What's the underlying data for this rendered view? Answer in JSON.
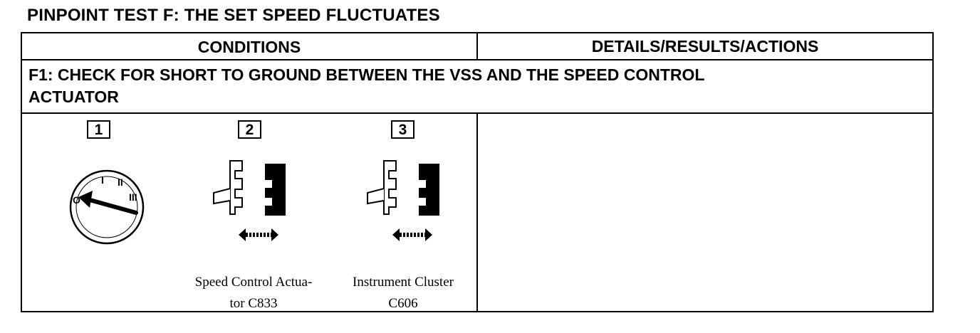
{
  "title": "PINPOINT TEST F: THE SET SPEED FLUCTUATES",
  "table": {
    "headers": {
      "conditions": "CONDITIONS",
      "details": "DETAILS/RESULTS/ACTIONS"
    },
    "step": {
      "line1": "F1: CHECK FOR SHORT TO GROUND BETWEEN THE VSS AND THE SPEED CONTROL",
      "line2": "ACTUATOR"
    },
    "illustrations": [
      {
        "number": "1",
        "icon": "ignition-switch-icon",
        "caption_line1": "",
        "caption_line2": ""
      },
      {
        "number": "2",
        "icon": "connector-disconnect-icon",
        "caption_line1": "Speed Control Actua-",
        "caption_line2": "tor C833"
      },
      {
        "number": "3",
        "icon": "connector-disconnect-icon",
        "caption_line1": "Instrument Cluster",
        "caption_line2": "C606"
      }
    ],
    "ignition_labels": {
      "off": "O",
      "pos1": "I",
      "pos2": "II",
      "pos3": "III"
    }
  }
}
